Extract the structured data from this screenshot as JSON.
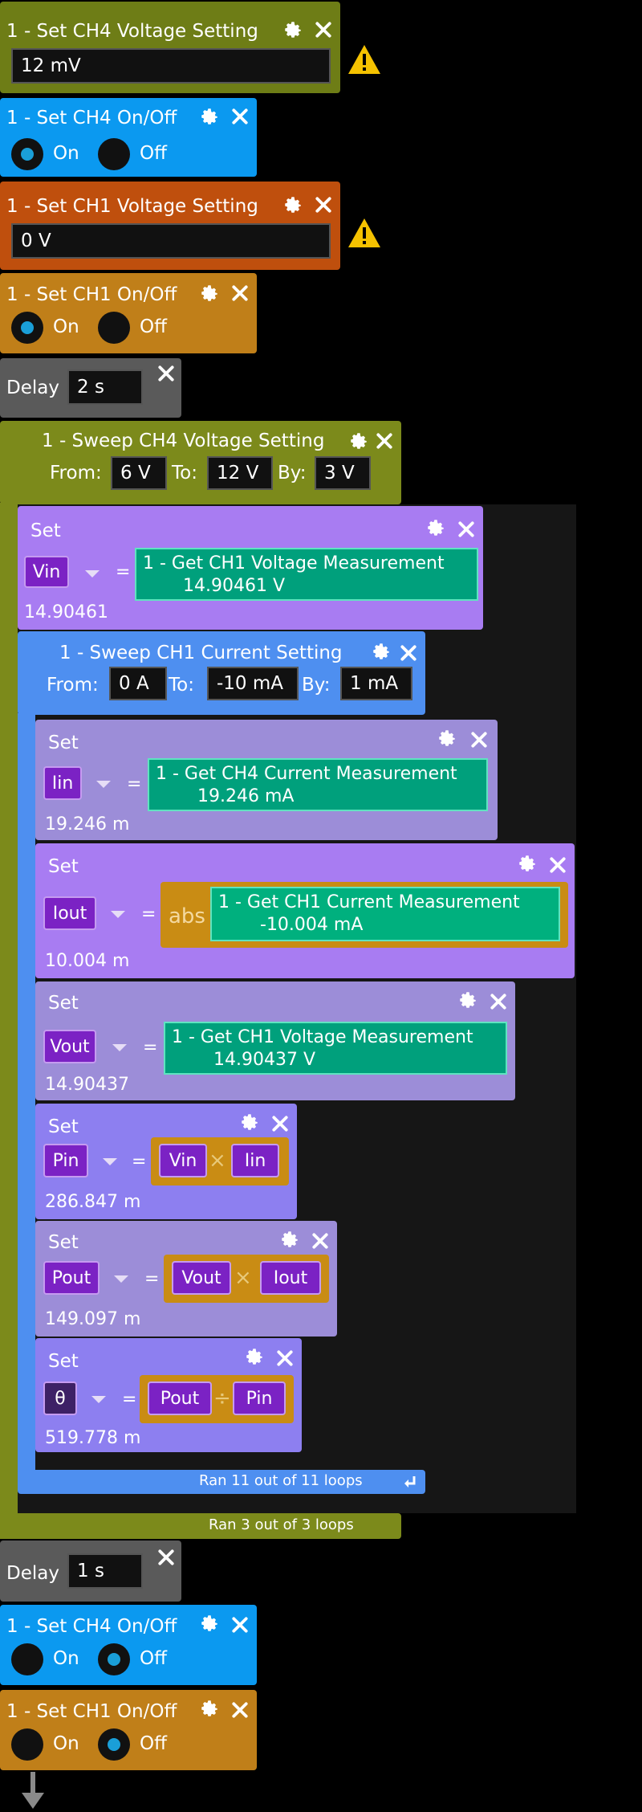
{
  "blocks": {
    "b1": {
      "title": "1 - Set CH4 Voltage Setting",
      "value": "12 mV"
    },
    "b2": {
      "title": "1 - Set CH4 On/Off",
      "on": "On",
      "off": "Off"
    },
    "b3": {
      "title": "1 - Set CH1 Voltage Setting",
      "value": "0 V"
    },
    "b4": {
      "title": "1 - Set CH1 On/Off",
      "on": "On",
      "off": "Off"
    },
    "delay1": {
      "label": "Delay",
      "value": "2 s"
    },
    "sweep1": {
      "title": "1 - Sweep CH4 Voltage Setting",
      "from_label": "From:",
      "from": "6 V",
      "to_label": "To:",
      "to": "12 V",
      "by_label": "By:",
      "by": "3 V",
      "footer": "Ran 3 out of 3 loops"
    },
    "setVin": {
      "label": "Set",
      "var": "Vin",
      "eq": "=",
      "get_title": "1 - Get CH1 Voltage Measurement",
      "get_value": "14.90461 V",
      "result": "14.90461"
    },
    "sweep2": {
      "title": "1 - Sweep CH1 Current Setting",
      "from_label": "From:",
      "from": "0 A",
      "to_label": "To:",
      "to": "-10 mA",
      "by_label": "By:",
      "by": "1 mA",
      "footer": "Ran 11 out of 11 loops"
    },
    "setIin": {
      "label": "Set",
      "var": "Iin",
      "eq": "=",
      "get_title": "1 - Get CH4 Current Measurement",
      "get_value": "19.246 mA",
      "result": "19.246 m"
    },
    "setIout": {
      "label": "Set",
      "var": "Iout",
      "eq": "=",
      "abs": "abs",
      "get_title": "1 - Get CH1 Current Measurement",
      "get_value": "-10.004 mA",
      "result": "10.004 m"
    },
    "setVout": {
      "label": "Set",
      "var": "Vout",
      "eq": "=",
      "get_title": "1 - Get CH1 Voltage Measurement",
      "get_value": "14.90437 V",
      "result": "14.90437"
    },
    "setPin": {
      "label": "Set",
      "var": "Pin",
      "eq": "=",
      "a": "Vin",
      "b": "Iin",
      "op": "×",
      "result": "286.847 m"
    },
    "setPout": {
      "label": "Set",
      "var": "Pout",
      "eq": "=",
      "a": "Vout",
      "b": "Iout",
      "op": "×",
      "result": "149.097 m"
    },
    "setTheta": {
      "label": "Set",
      "var": "θ",
      "eq": "=",
      "a": "Pout",
      "b": "Pin",
      "op": "÷",
      "result": "519.778 m"
    },
    "delay2": {
      "label": "Delay",
      "value": "1 s"
    },
    "b5": {
      "title": "1 - Set CH4 On/Off",
      "on": "On",
      "off": "Off"
    },
    "b6": {
      "title": "1 - Set CH1 On/Off",
      "on": "On",
      "off": "Off"
    }
  },
  "colors": {
    "olive": "#6e7d16",
    "blue": "#0b99f0",
    "rust": "#bf4f0d",
    "gold": "#c07f19",
    "gray": "#5a5a5a",
    "violet": "#a87cf2",
    "lavender": "#9c8dd8",
    "periwinkle": "#8d7ff0",
    "sweepBlue": "#4e8ff0",
    "sweepOlive": "#7c8a1b"
  }
}
